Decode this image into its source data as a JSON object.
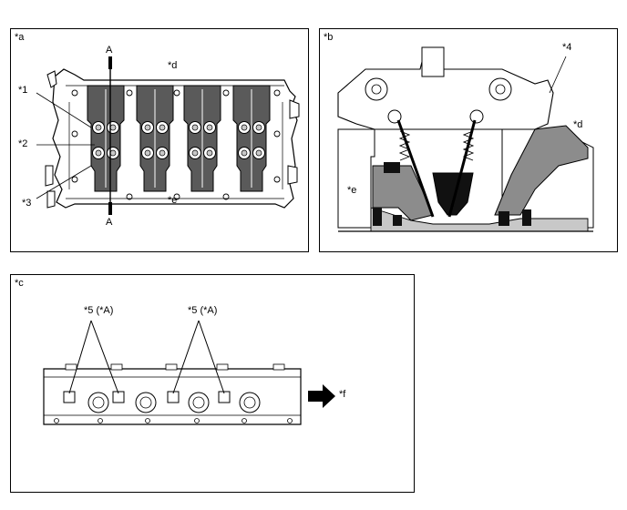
{
  "panel_a": {
    "tag": "*a",
    "section_top": "A",
    "section_bottom": "A",
    "callout_1": "*1",
    "callout_2": "*2",
    "callout_3": "*3",
    "callout_d": "*d",
    "callout_e": "*e"
  },
  "panel_b": {
    "tag": "*b",
    "callout_4": "*4",
    "callout_d": "*d",
    "callout_e": "*e"
  },
  "panel_c": {
    "tag": "*c",
    "callout_5_left": "*5 (*A)",
    "callout_5_right": "*5 (*A)",
    "callout_f": "*f"
  },
  "colors": {
    "line": "#000000",
    "shade_dark": "#5a5a5a",
    "shade_mid": "#8c8c8c",
    "shade_light": "#c8c8c8",
    "background": "#ffffff"
  }
}
